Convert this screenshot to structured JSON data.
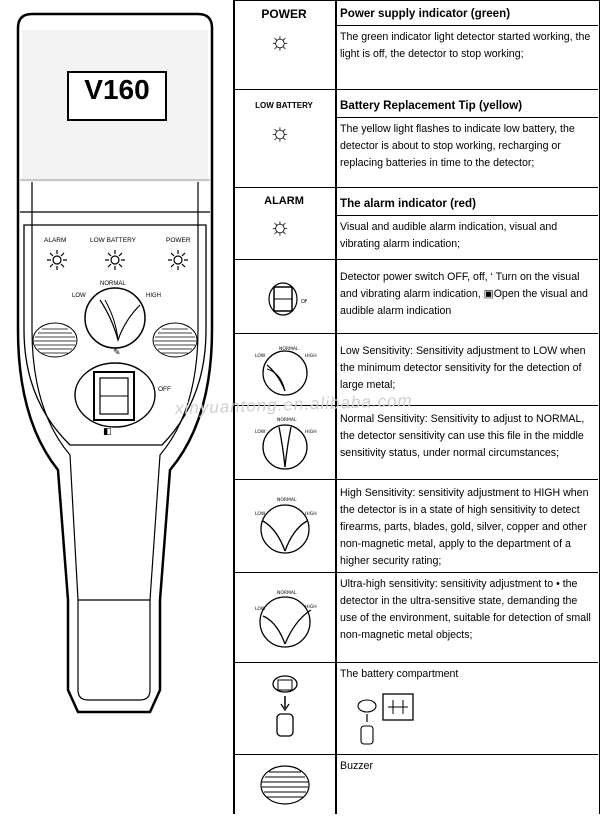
{
  "device": {
    "model": "V160",
    "labels": {
      "alarm": "ALARM",
      "low_battery": "LOW BATTERY",
      "power": "POWER",
      "normal": "NORMAL",
      "low": "LOW",
      "high": "HIGH",
      "off": "OFF"
    }
  },
  "rows": [
    {
      "icon_label": "POWER",
      "title": "Power supply indicator (green)",
      "body": "The green indicator light detector started working, the light is off, the detector to stop working;"
    },
    {
      "icon_label": "LOW BATTERY",
      "title": "Battery Replacement Tip (yellow)",
      "body": "The yellow light flashes to indicate low battery, the detector is about to stop working, recharging or replacing batteries in time to the detector;"
    },
    {
      "icon_label": "ALARM",
      "title": "The alarm indicator (red)",
      "body": "Visual and audible alarm indication, visual and vibrating alarm indication;"
    },
    {
      "text": "Detector power switch OFF, off, ‘ Turn on the visual and vibrating alarm indication, ▣Open the visual and audible alarm indication"
    },
    {
      "text": "Low Sensitivity: Sensitivity adjustment to LOW when the minimum detector sensitivity for the detection of large metal;"
    },
    {
      "text": "Normal Sensitivity: Sensitivity to adjust to NORMAL, the detector sensitivity can use this file in the middle sensitivity status, under normal circumstances;"
    },
    {
      "text": "High Sensitivity: sensitivity adjustment to HIGH when the detector is in a state of high sensitivity to detect firearms, parts, blades, gold, silver, copper and other non-magnetic metal, apply to the department of a higher security rating;"
    },
    {
      "text": "Ultra-high sensitivity: sensitivity adjustment to • the detector in the ultra-sensitive state, demanding the use of the environment, suitable for detection of small non-magnetic metal objects;"
    },
    {
      "text": "The battery compartment"
    },
    {
      "text": "Buzzer"
    }
  ],
  "watermark": "xinyuantong.en.alibaba.com"
}
